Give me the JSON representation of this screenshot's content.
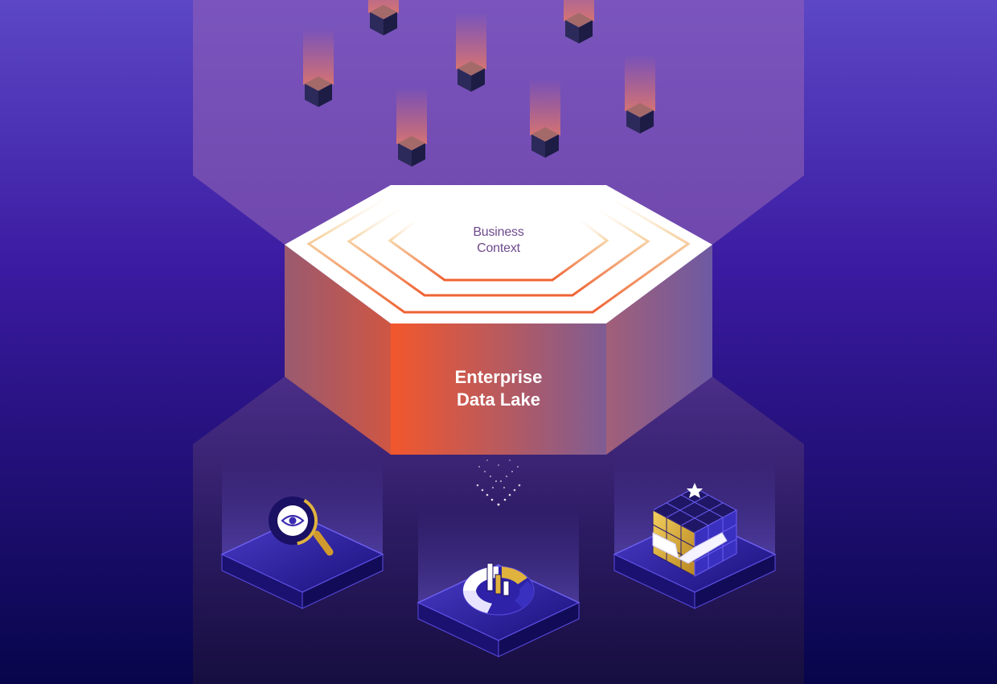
{
  "diagram": {
    "context_label": [
      "Business",
      "Context"
    ],
    "lake_label": [
      "Enterprise",
      "Data Lake"
    ],
    "colors": {
      "bg_top": "#5a45c4",
      "bg_bottom": "#07054a",
      "funnel": "#7a55bd",
      "lake_orange": "#f2572c",
      "lake_mauve": "#8a5e96",
      "ring_orange": "#ef6233",
      "block_top": "#a46a6a",
      "block_side": "#242450",
      "platform": "#2a1d9a",
      "gold": "#e0b23e"
    },
    "icons": [
      "falling-data-block",
      "search-eye-icon",
      "analytics-chart-icon",
      "data-cube-icon",
      "data-flow-dots"
    ],
    "bottom_modules": [
      "search-module",
      "analytics-module",
      "cube-module"
    ]
  }
}
